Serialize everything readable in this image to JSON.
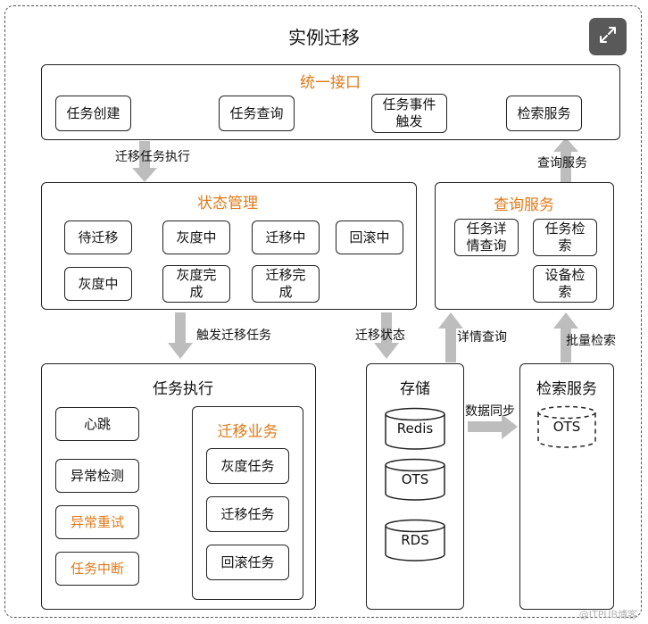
{
  "diagram": {
    "title": "实例迁移",
    "unified_interface": {
      "title": "统一接口",
      "items": [
        "任务创建",
        "任务查询",
        "任务事件\n触发",
        "检索服务"
      ]
    },
    "state_management": {
      "title": "状态管理",
      "items": [
        "待迁移",
        "灰度中",
        "迁移中",
        "回滚中",
        "灰度中",
        "灰度完\n成",
        "迁移完\n成"
      ]
    },
    "query_service": {
      "title": "查询服务",
      "items": [
        "任务详\n情查询",
        "任务检\n索",
        "设备检\n索"
      ]
    },
    "task_execution": {
      "title": "任务执行",
      "items": [
        "心跳",
        "异常检测",
        "异常重试",
        "任务中断"
      ],
      "migration_business": {
        "title": "迁移业务",
        "items": [
          "灰度任务",
          "迁移任务",
          "回滚任务"
        ]
      }
    },
    "storage": {
      "title": "存储",
      "items": [
        "Redis",
        "OTS",
        "RDS"
      ]
    },
    "search_service": {
      "title": "检索服务",
      "items": [
        "OTS"
      ]
    },
    "arrows": {
      "migration_task_exec": "迁移任务执行",
      "query_service_up": "查询服务",
      "trigger_migration": "触发迁移任务",
      "migration_state": "迁移状态",
      "detail_query": "详情查询",
      "batch_search": "批量检索",
      "data_sync": "数据同步"
    },
    "watermark": "@ITPUB博客"
  },
  "colors": {
    "accent": "#e07a18",
    "arrow": "#bdbdbd",
    "button": "#595959"
  },
  "icons": {
    "expand": "expand-icon",
    "cylinder": "database-cylinder-icon"
  }
}
